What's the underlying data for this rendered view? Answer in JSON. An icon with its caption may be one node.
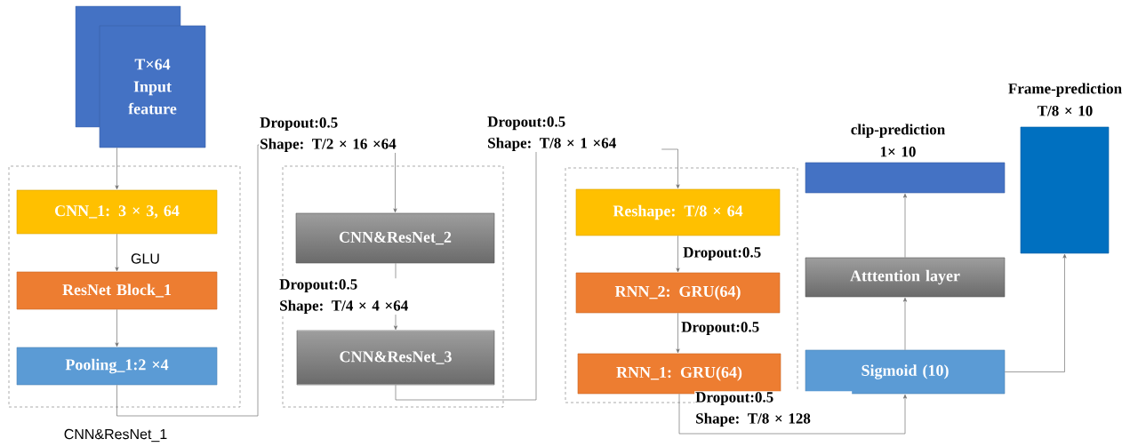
{
  "diagram": {
    "nodes": [
      {
        "text": [
          "T×64 Input feature"
        ]
      },
      {
        "text": [
          "CNN&ResNet_1"
        ]
      },
      {
        "text": [
          "CNN_1: 3 × 3,  64"
        ],
        "in": 1
      },
      {
        "text": [
          "ResNet Block_1"
        ],
        "in": 1
      },
      {
        "text": [
          "Pooling_1:2 ×4"
        ],
        "in": 1
      },
      {
        "text": [],
        "shape": "box"
      },
      {
        "text": [
          "CNN&ResNet_2"
        ],
        "in": 5
      },
      {
        "text": [
          "CNN&ResNet_3"
        ],
        "in": 5
      },
      {
        "text": [],
        "shape": "box"
      },
      {
        "text": [
          "Reshape: T/8 × 64"
        ],
        "in": 8
      },
      {
        "text": [
          "RNN_2: GRU(64)"
        ],
        "in": 8
      },
      {
        "text": [
          "RNN_1: GRU(64)"
        ],
        "in": 8
      },
      {
        "text": [
          "clip-prediction 1× 10"
        ]
      },
      {
        "text": [
          "Atttention layer"
        ]
      },
      {
        "text": [
          "Sigmoid (10)"
        ]
      },
      {
        "text": [
          "Frame-prediction T/8 × 10"
        ]
      }
    ],
    "edges": [
      {
        "from": 0,
        "to": 2,
        "arrow": "to"
      },
      {
        "from": 2,
        "to": 3,
        "arrow": "to",
        "label": "GLU"
      },
      {
        "from": 3,
        "to": 4,
        "arrow": "to"
      },
      {
        "from": 4,
        "to": 6,
        "arrow": "to",
        "label": "Dropout:0.5 Shape: T/2 × 16 ×64"
      },
      {
        "from": 6,
        "to": 7,
        "arrow": "to",
        "label": "Dropout:0.5 Shape: T/4 × 4 ×64"
      },
      {
        "from": 7,
        "to": 9,
        "arrow": "to",
        "label": "Dropout:0.5 Shape: T/8 × 1 ×64"
      },
      {
        "from": 9,
        "to": 10,
        "arrow": "to",
        "label": "Dropout:0.5"
      },
      {
        "from": 10,
        "to": 11,
        "arrow": "to",
        "label": "Dropout:0.5"
      },
      {
        "from": 11,
        "to": 14,
        "arrow": "to",
        "label": "Dropout:0.5 Shape: T/8 × 128"
      },
      {
        "from": 14,
        "to": 13,
        "arrow": "to"
      },
      {
        "from": 13,
        "to": 12,
        "arrow": "to"
      },
      {
        "from": 14,
        "to": 15,
        "arrow": "to"
      }
    ]
  }
}
